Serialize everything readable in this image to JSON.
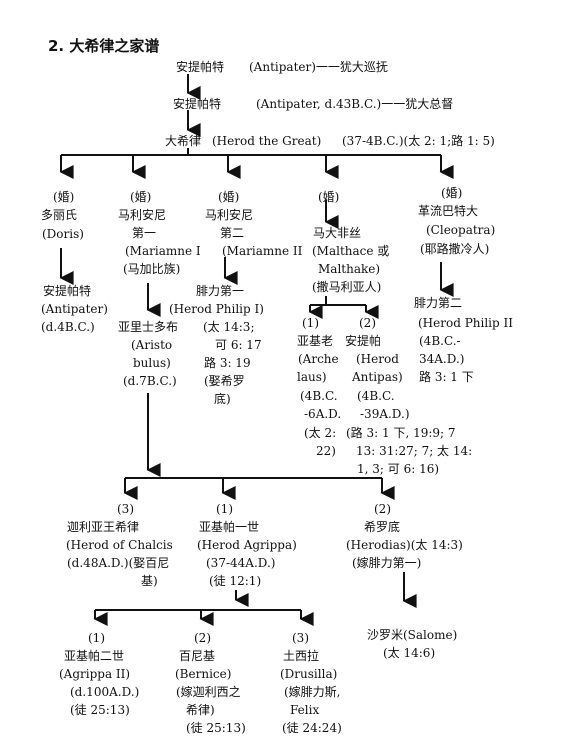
{
  "title": "2.  大希律之家谱",
  "gen1": {
    "name": "安提帕特",
    "detail": "(Antipater)一一犹大巡抚"
  },
  "gen2": {
    "name": "安提帕特",
    "detail": "(Antipater, d.43B.C.)一一犹大总督"
  },
  "herod": {
    "name": "大希律",
    "english": "(Herod the Great)",
    "dates": "(37-4B.C.)(太 2: 1;路 1: 5)"
  },
  "wives": [
    {
      "tag": "(婚)",
      "lines": [
        "多丽氏",
        "(Doris)"
      ]
    },
    {
      "tag": "(婚)",
      "lines": [
        "马利安尼",
        "第一",
        "(Mariamne I",
        "(马加比族)"
      ]
    },
    {
      "tag": "(婚)",
      "lines": [
        "马利安尼",
        "第二",
        "(Mariamne II"
      ]
    },
    {
      "tag": "(婚)",
      "lines": [
        "马大非丝",
        "(Malthace 或",
        "Malthake)",
        "(撒马利亚人)"
      ]
    },
    {
      "tag": "(婚)",
      "lines": [
        "革流巴特大",
        "(Cleopatra)",
        "(耶路撒冷人)"
      ]
    }
  ],
  "antipater3": {
    "lines": [
      "安提帕特",
      "(Antipater)",
      "(d.4B.C.)"
    ]
  },
  "aristobulus": {
    "lines": [
      "亚里士多布",
      "(Aristo",
      "bulus)",
      "(d.7B.C.)"
    ]
  },
  "philip1": {
    "lines": [
      "腓力第一",
      "(Herod Philip I)",
      "(太 14:3;",
      "可 6: 17",
      "路 3: 19",
      "(娶希罗",
      "底)"
    ]
  },
  "archelaus": {
    "num": "(1)",
    "lines": [
      "亚基老",
      "(Arche",
      "laus)",
      "(4B.C.",
      "-6A.D.",
      "(太 2:",
      "22)"
    ]
  },
  "antipas": {
    "num": "(2)",
    "lines": [
      "安提帕",
      "(Herod",
      "Antipas)",
      "(4B.C.",
      "-39A.D.)",
      "(路 3: 1 下, 19:9; 7",
      "13: 31:27; 7; 太 14:",
      "1, 3; 可 6: 16)"
    ]
  },
  "philip2": {
    "lines": [
      "腓力第二",
      "(Herod Philip II",
      "(4B.C.-",
      "34A.D.)",
      "路 3: 1 下"
    ]
  },
  "chalcis": {
    "num": "(3)",
    "lines": [
      "迦利亚王希律",
      "(Herod of Chalcis",
      "(d.48A.D.)(娶百尼",
      "基)"
    ]
  },
  "agrippa1": {
    "num": "(1)",
    "lines": [
      "亚基帕一世",
      "(Herod Agrippa)",
      "(37-44A.D.)",
      "(徒 12:1)"
    ]
  },
  "herodias": {
    "num": "(2)",
    "lines": [
      "希罗底",
      "(Herodias)(太 14:3)",
      "(嫁腓力第一)"
    ]
  },
  "salome": {
    "lines": [
      "沙罗米(Salome)",
      "(太 14:6)"
    ]
  },
  "agrippa2": {
    "num": "(1)",
    "lines": [
      "亚基帕二世",
      "(Agrippa II)",
      "(d.100A.D.)",
      "(徒 25:13)"
    ]
  },
  "bernice": {
    "num": "(2)",
    "lines": [
      "百尼基",
      "(Bernice)",
      "(嫁迦利西之",
      "希律)",
      "(徒 25:13)"
    ]
  },
  "drusilla": {
    "num": "(3)",
    "lines": [
      "土西拉",
      "(Drusilla)",
      "(嫁腓力斯,",
      "Felix",
      "(徒 24:24)"
    ]
  }
}
